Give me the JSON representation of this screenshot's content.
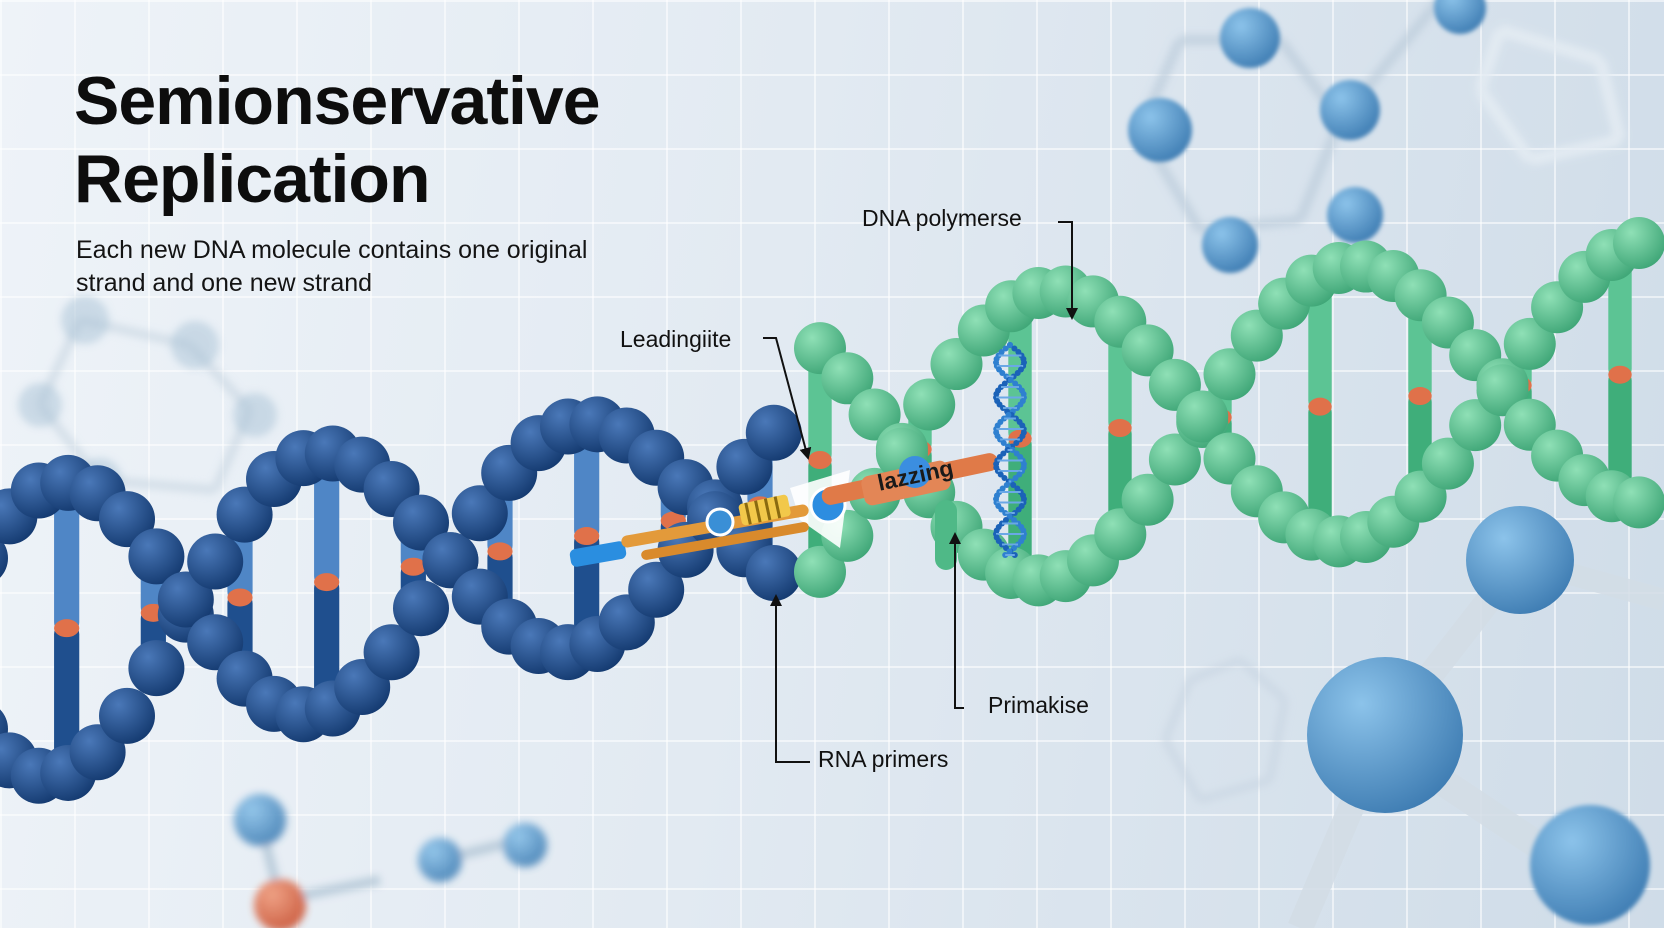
{
  "title_line1": "Semionservative",
  "title_line2": "Replication",
  "subtitle_line1": "Each new DNA molecule contains one original",
  "subtitle_line2": "strand and one new strand",
  "labels": {
    "dna_polymerase": "DNA polymerse",
    "leading": "Leadingiite",
    "lagging": "lazzing",
    "primase": "Primakise",
    "rna_primers": "RNA primers"
  },
  "colors": {
    "parent_strand": "#1f4f8e",
    "new_strand": "#5cc494",
    "rung_light": "#4f86c6",
    "base_pair": "#e0714a",
    "primer_bar": "#e58a55",
    "primer_tag": "#f2a35a"
  }
}
